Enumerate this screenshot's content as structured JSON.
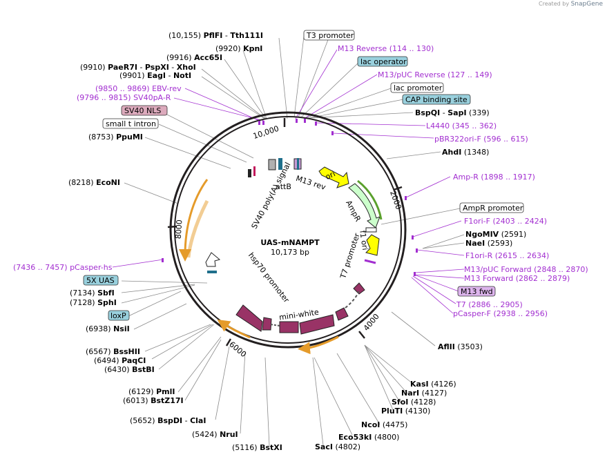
{
  "credit": {
    "prefix": "Created by",
    "brand": "SnapGene"
  },
  "plasmid": {
    "name": "UAS-mNAMPT",
    "length": "10,173 bp"
  },
  "ticks": [
    {
      "label": "10,000"
    },
    {
      "label": "2000"
    },
    {
      "label": "4000"
    },
    {
      "label": "6000"
    },
    {
      "label": "8000"
    }
  ],
  "sites": [
    {
      "pos": "(10,155)",
      "name": "PflFI",
      "name2": "Tth111I"
    },
    {
      "pos": "(9920)",
      "name": "KpnI"
    },
    {
      "pos": "(9916)",
      "name": "Acc65I"
    },
    {
      "pos": "(9910)",
      "name": "PaeR7I",
      "name2": "PspXI",
      "name3": "XhoI"
    },
    {
      "pos": "(9901)",
      "name": "EagI",
      "name2": "NotI"
    },
    {
      "pos": "(8753)",
      "name": "PpuMI"
    },
    {
      "pos": "(8218)",
      "name": "EcoNI"
    },
    {
      "pos": "(7134)",
      "name": "SbfI"
    },
    {
      "pos": "(7128)",
      "name": "SphI"
    },
    {
      "pos": "(6938)",
      "name": "NsiI"
    },
    {
      "pos": "(6567)",
      "name": "BssHII"
    },
    {
      "pos": "(6494)",
      "name": "PaqCI"
    },
    {
      "pos": "(6430)",
      "name": "BstBI"
    },
    {
      "pos": "(6129)",
      "name": "PmlI"
    },
    {
      "pos": "(6013)",
      "name": "BstZ17I"
    },
    {
      "pos": "(5652)",
      "name": "BspDI",
      "name2": "ClaI"
    },
    {
      "pos": "(5424)",
      "name": "NruI"
    },
    {
      "pos": "(5116)",
      "name": "BstXI"
    },
    {
      "pos": "(4802)",
      "name": "SacI"
    },
    {
      "pos": "(4800)",
      "name": "Eco53kI"
    },
    {
      "pos": "(4475)",
      "name": "NcoI"
    },
    {
      "pos": "(4130)",
      "name": "PluTI"
    },
    {
      "pos": "(4128)",
      "name": "SfoI"
    },
    {
      "pos": "(4127)",
      "name": "NarI"
    },
    {
      "pos": "(4126)",
      "name": "KasI"
    },
    {
      "pos": "(3503)",
      "name": "AflII"
    },
    {
      "pos": "(2593)",
      "name": "NaeI"
    },
    {
      "pos": "(2591)",
      "name": "NgoMIV"
    },
    {
      "pos": "(1348)",
      "name": "AhdI"
    },
    {
      "pos": "(339)",
      "name": "BspQI",
      "name2": "SapI"
    }
  ],
  "primers": [
    {
      "name": "M13 Reverse",
      "range": "(114 .. 130)"
    },
    {
      "name": "M13/pUC Reverse",
      "range": "(127 .. 149)"
    },
    {
      "name": "L4440",
      "range": "(345 .. 362)"
    },
    {
      "name": "pBR322ori-F",
      "range": "(596 .. 615)"
    },
    {
      "name": "Amp-R",
      "range": "(1898 .. 1917)"
    },
    {
      "name": "F1ori-F",
      "range": "(2403 .. 2424)"
    },
    {
      "name": "F1ori-R",
      "range": "(2615 .. 2634)"
    },
    {
      "name": "M13/pUC Forward",
      "range": "(2848 .. 2870)"
    },
    {
      "name": "M13 Forward",
      "range": "(2862 .. 2879)"
    },
    {
      "name": "T7",
      "range": "(2886 .. 2905)"
    },
    {
      "name": "pCasper-F",
      "range": "(2938 .. 2956)"
    },
    {
      "name": "pCasper-hs",
      "range": "(7436 .. 7457)"
    },
    {
      "name": "EBV-rev",
      "range": "(9850 .. 9869)"
    },
    {
      "name": "SV40pA-R",
      "range": "(9796 .. 9815)"
    }
  ],
  "boxed_labels": [
    {
      "text": "T3 promoter",
      "fill": "#ffffff"
    },
    {
      "text": "lac operator",
      "fill": "#99d0dd"
    },
    {
      "text": "lac promoter",
      "fill": "#ffffff"
    },
    {
      "text": "CAP binding site",
      "fill": "#99d0dd"
    },
    {
      "text": "AmpR promoter",
      "fill": "#ffffff"
    },
    {
      "text": "M13 fwd",
      "fill": "#dcb4ec"
    },
    {
      "text": "SV40 NLS",
      "fill": "#dcaabc"
    },
    {
      "text": "small t intron",
      "fill": "#ffffff"
    },
    {
      "text": "5X UAS",
      "fill": "#99d0dd"
    },
    {
      "text": "loxP",
      "fill": "#99d0dd"
    }
  ],
  "features": [
    {
      "label": "ori",
      "color": "#ffff00"
    },
    {
      "label": "AmpR",
      "color": "#ccffcc"
    },
    {
      "label": "f1 ori",
      "color": "#ffff00"
    },
    {
      "label": "T7 promoter",
      "color": "#ffffff"
    },
    {
      "label": "mini-white",
      "color": "#993366"
    },
    {
      "label": "hsp70 promoter",
      "color": "#ffffff"
    },
    {
      "label": "SV40 poly(A) signal",
      "color": "#ffffff"
    },
    {
      "label": "attB",
      "color": "#cccccc"
    },
    {
      "label": "M13 rev",
      "color": "#ffffff"
    }
  ],
  "colors": {
    "primer": "#a22ed0",
    "orf_arc": "#e59b2a",
    "ampr_arc": "#5aa02c",
    "backbone": "#231f20"
  }
}
